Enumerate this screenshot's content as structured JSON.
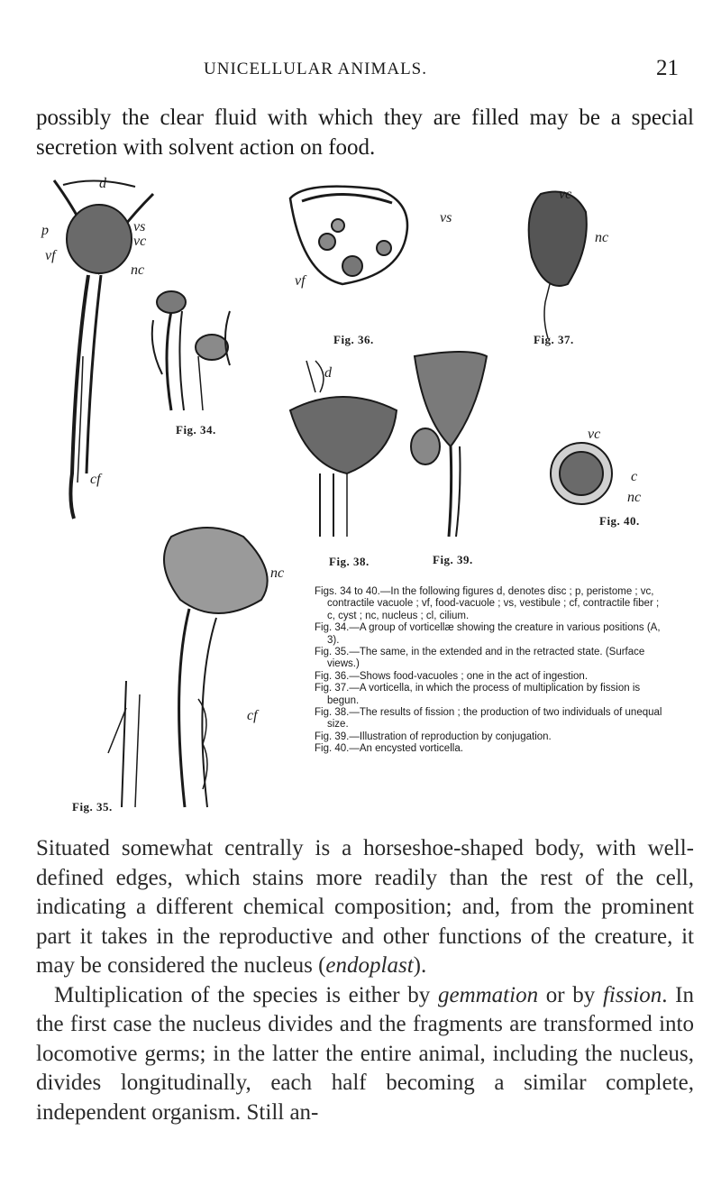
{
  "header": {
    "title": "UNICELLULAR ANIMALS.",
    "page_number": "21"
  },
  "intro_text": "possibly the clear fluid with which they are filled may be a special secretion with solvent action on food.",
  "figures": {
    "fig34": {
      "label": "Fig. 34.",
      "letters": [
        "d",
        "p",
        "vs",
        "vc",
        "vf",
        "nc",
        "cf"
      ]
    },
    "fig35": {
      "label": "Fig. 35.",
      "letters": [
        "nc",
        "cf"
      ]
    },
    "fig36": {
      "label": "Fig. 36.",
      "letters": [
        "vs",
        "vf"
      ]
    },
    "fig37": {
      "label": "Fig. 37.",
      "letters": [
        "vc",
        "nc"
      ]
    },
    "fig38": {
      "label": "Fig. 38.",
      "letters": [
        "d"
      ]
    },
    "fig39": {
      "label": "Fig. 39."
    },
    "fig40": {
      "label": "Fig. 40.",
      "letters": [
        "vc",
        "c",
        "nc"
      ]
    }
  },
  "caption": {
    "lines": [
      "Figs. 34 to 40.—In the following figures d, denotes disc ; p, peristome ; vc, contractile vacuole ; vf, food-vacuole ; vs, vestibule ; cf, contractile fiber ; c, cyst ; nc, nucleus ; cl, cilium.",
      "Fig. 34.—A group of vorticellæ showing the creature in various positions (A, 3).",
      "Fig. 35.—The same, in the extended and in the retracted state. (Surface views.)",
      "Fig. 36.—Shows food-vacuoles ; one in the act of ingestion.",
      "Fig. 37.—A vorticella, in which the process of multiplication by fission is begun.",
      "Fig. 38.—The results of fission ; the production of two individuals of unequal size.",
      "Fig. 39.—Illustration of reproduction by conjugation.",
      "Fig. 40.—An encysted vorticella."
    ]
  },
  "body": {
    "p1_a": "Situated somewhat centrally is a horseshoe-shaped body, with well-defined edges, which stains more readily than the rest of the cell, indicating a different chemical composition; and, from the prominent part it takes in the reproductive and other functions of the creature, it may be considered the nucleus (",
    "p1_em": "endoplast",
    "p1_b": ").",
    "p2_a": "Multiplication of the species is either by ",
    "p2_em1": "gemmation",
    "p2_b": " or by ",
    "p2_em2": "fission",
    "p2_c": ". In the first case the nucleus divides and the fragments are transformed into locomotive germs; in the latter the entire animal, including the nucleus, divides longitudinally, each half becoming a similar complete, independent organism. Still an-"
  },
  "colors": {
    "ink": "#1a1a1a",
    "paper": "#ffffff"
  }
}
